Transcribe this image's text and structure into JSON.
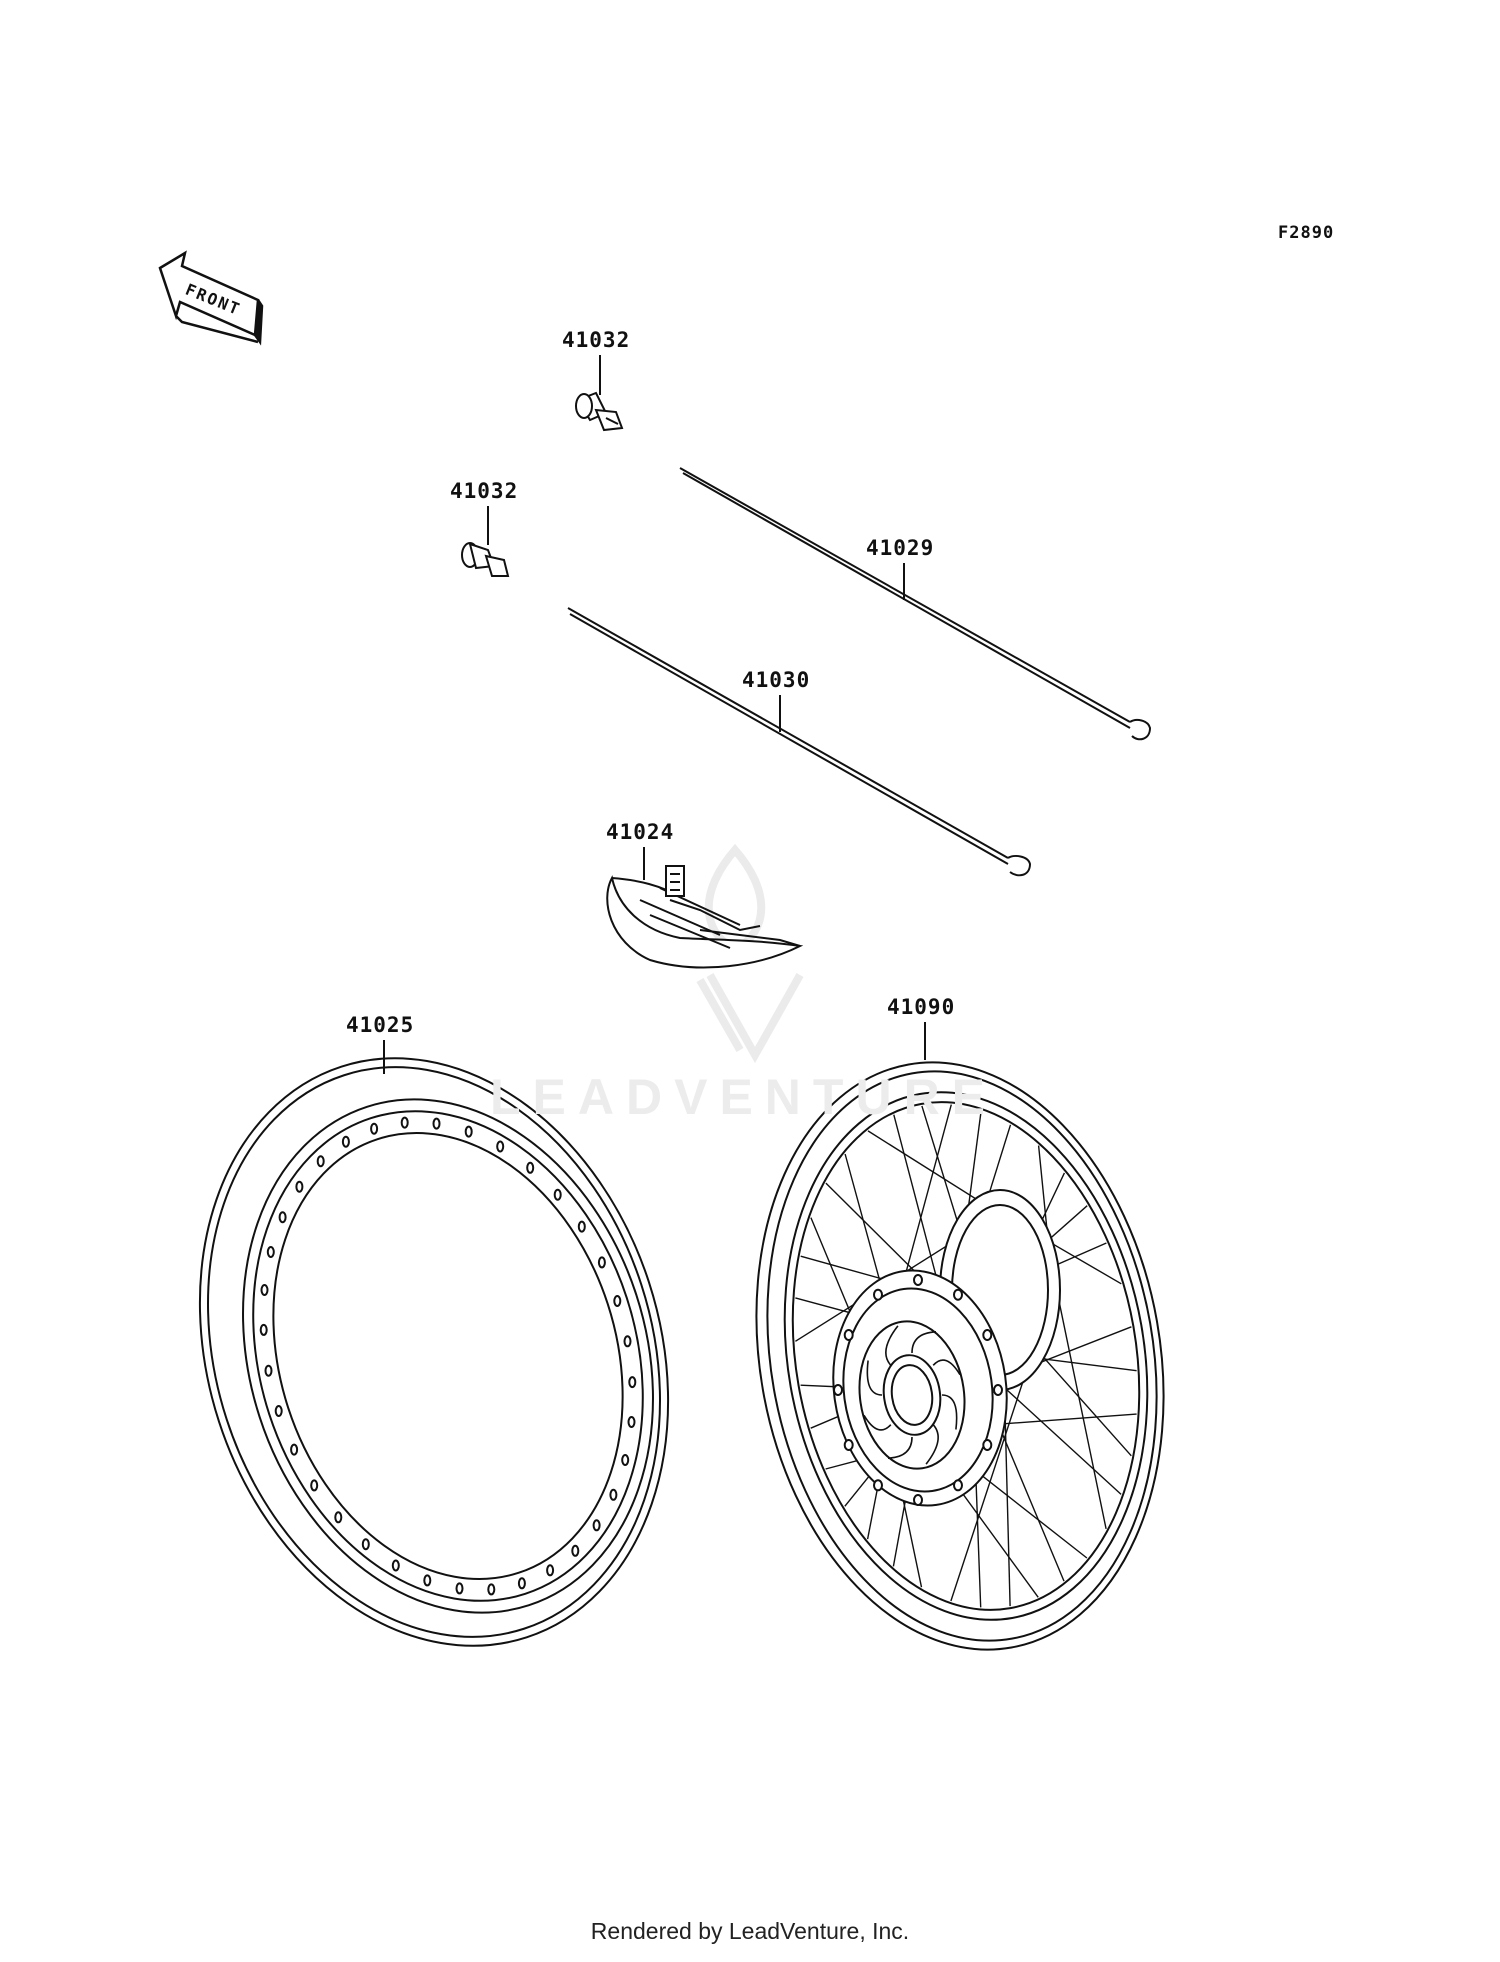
{
  "figure_code": "F2890",
  "front_arrow_label": "FRONT",
  "callouts": [
    {
      "id": "valve-upper",
      "part": "41032"
    },
    {
      "id": "valve-lower",
      "part": "41032"
    },
    {
      "id": "spoke-outer",
      "part": "41029"
    },
    {
      "id": "spoke-inner",
      "part": "41030"
    },
    {
      "id": "rim-band",
      "part": "41024"
    },
    {
      "id": "rim",
      "part": "41025"
    },
    {
      "id": "wheel-assy",
      "part": "41090"
    }
  ],
  "watermark": "LEADVENTURE",
  "footer": "Rendered by LeadVenture, Inc."
}
